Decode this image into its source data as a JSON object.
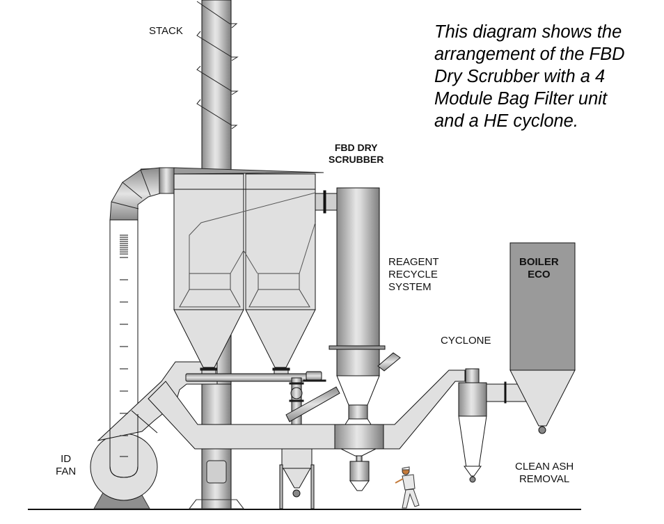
{
  "caption": {
    "lines": [
      "This diagram shows the",
      "arrangement of the FBD",
      "Dry Scrubber with a 4",
      "Module Bag Filter unit",
      "and a HE cyclone."
    ]
  },
  "labels": {
    "stack": "STACK",
    "fbd_dry_scrubber": [
      "FBD DRY",
      "SCRUBBER"
    ],
    "reagent_recycle_system": [
      "REAGENT",
      "RECYCLE",
      "SYSTEM"
    ],
    "boiler_eco": [
      "BOILER",
      "ECO"
    ],
    "cyclone": "CYCLONE",
    "clean_ash_removal": [
      "CLEAN ASH",
      "REMOVAL"
    ],
    "id_fan": [
      "ID",
      "FAN"
    ]
  },
  "colors": {
    "duct_fill": "#e0e0e0",
    "metal_dark": "#8c8c8c",
    "metal_light": "#e8e8e8",
    "boiler_fill": "#9a9a9a",
    "outline": "#1a1a1a"
  }
}
